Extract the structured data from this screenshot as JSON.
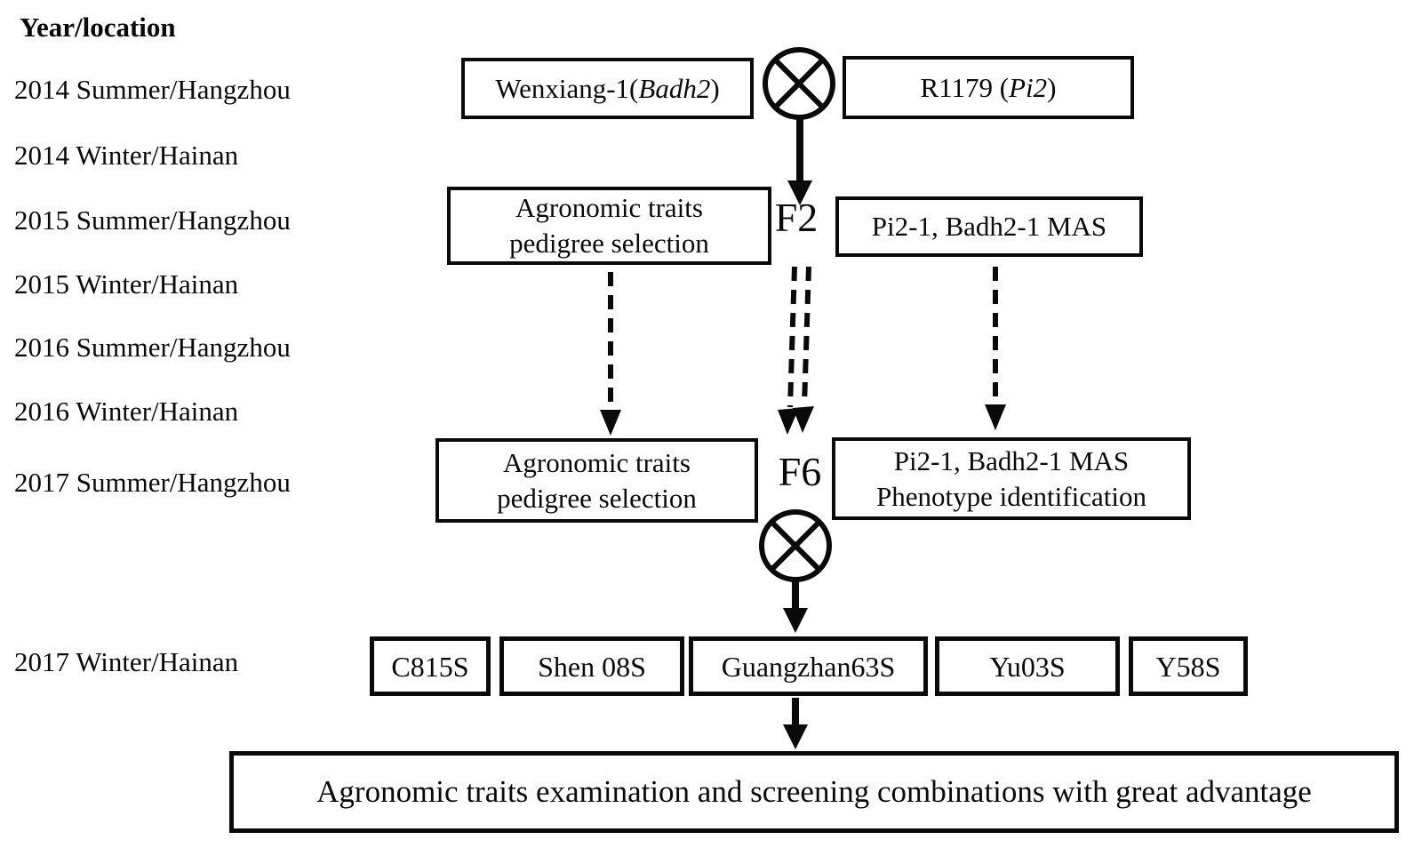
{
  "page": {
    "background_color": "#ffffff",
    "ink_color": "#0a0a0a",
    "description": "Rice breeding scheme flow diagram"
  },
  "timeline": {
    "header": "Year/location",
    "entries": [
      "2014 Summer/Hangzhou",
      "2014 Winter/Hainan",
      "2015 Summer/Hangzhou",
      "2015 Winter/Hainan",
      "2016 Summer/Hangzhou",
      "2016 Winter/Hainan",
      "2017 Summer/Hangzhou",
      "2017 Winter/Hainan"
    ]
  },
  "parents": {
    "female": {
      "prefix": "Wenxiang-1(",
      "gene": "Badh2",
      "suffix": ")"
    },
    "male": {
      "prefix": "R1179 (",
      "gene": "Pi2",
      "suffix": ")"
    }
  },
  "generations": {
    "f2": "F2",
    "f6": "F6"
  },
  "selection": {
    "agronomic1": {
      "line1": "Agronomic traits",
      "line2": "pedigree selection"
    },
    "mas1": "Pi2-1, Badh2-1 MAS",
    "agronomic2": {
      "line1": "Agronomic traits",
      "line2": "pedigree selection"
    },
    "mas2": {
      "line1": "Pi2-1, Badh2-1 MAS",
      "line2": "Phenotype identification"
    }
  },
  "testcross_lines": [
    "C815S",
    "Shen 08S",
    "Guangzhan63S",
    "Yu03S",
    "Y58S"
  ],
  "final_step": "Agronomic traits examination and screening combinations with great advantage",
  "icons": {
    "cross_symbol": "⊗"
  }
}
